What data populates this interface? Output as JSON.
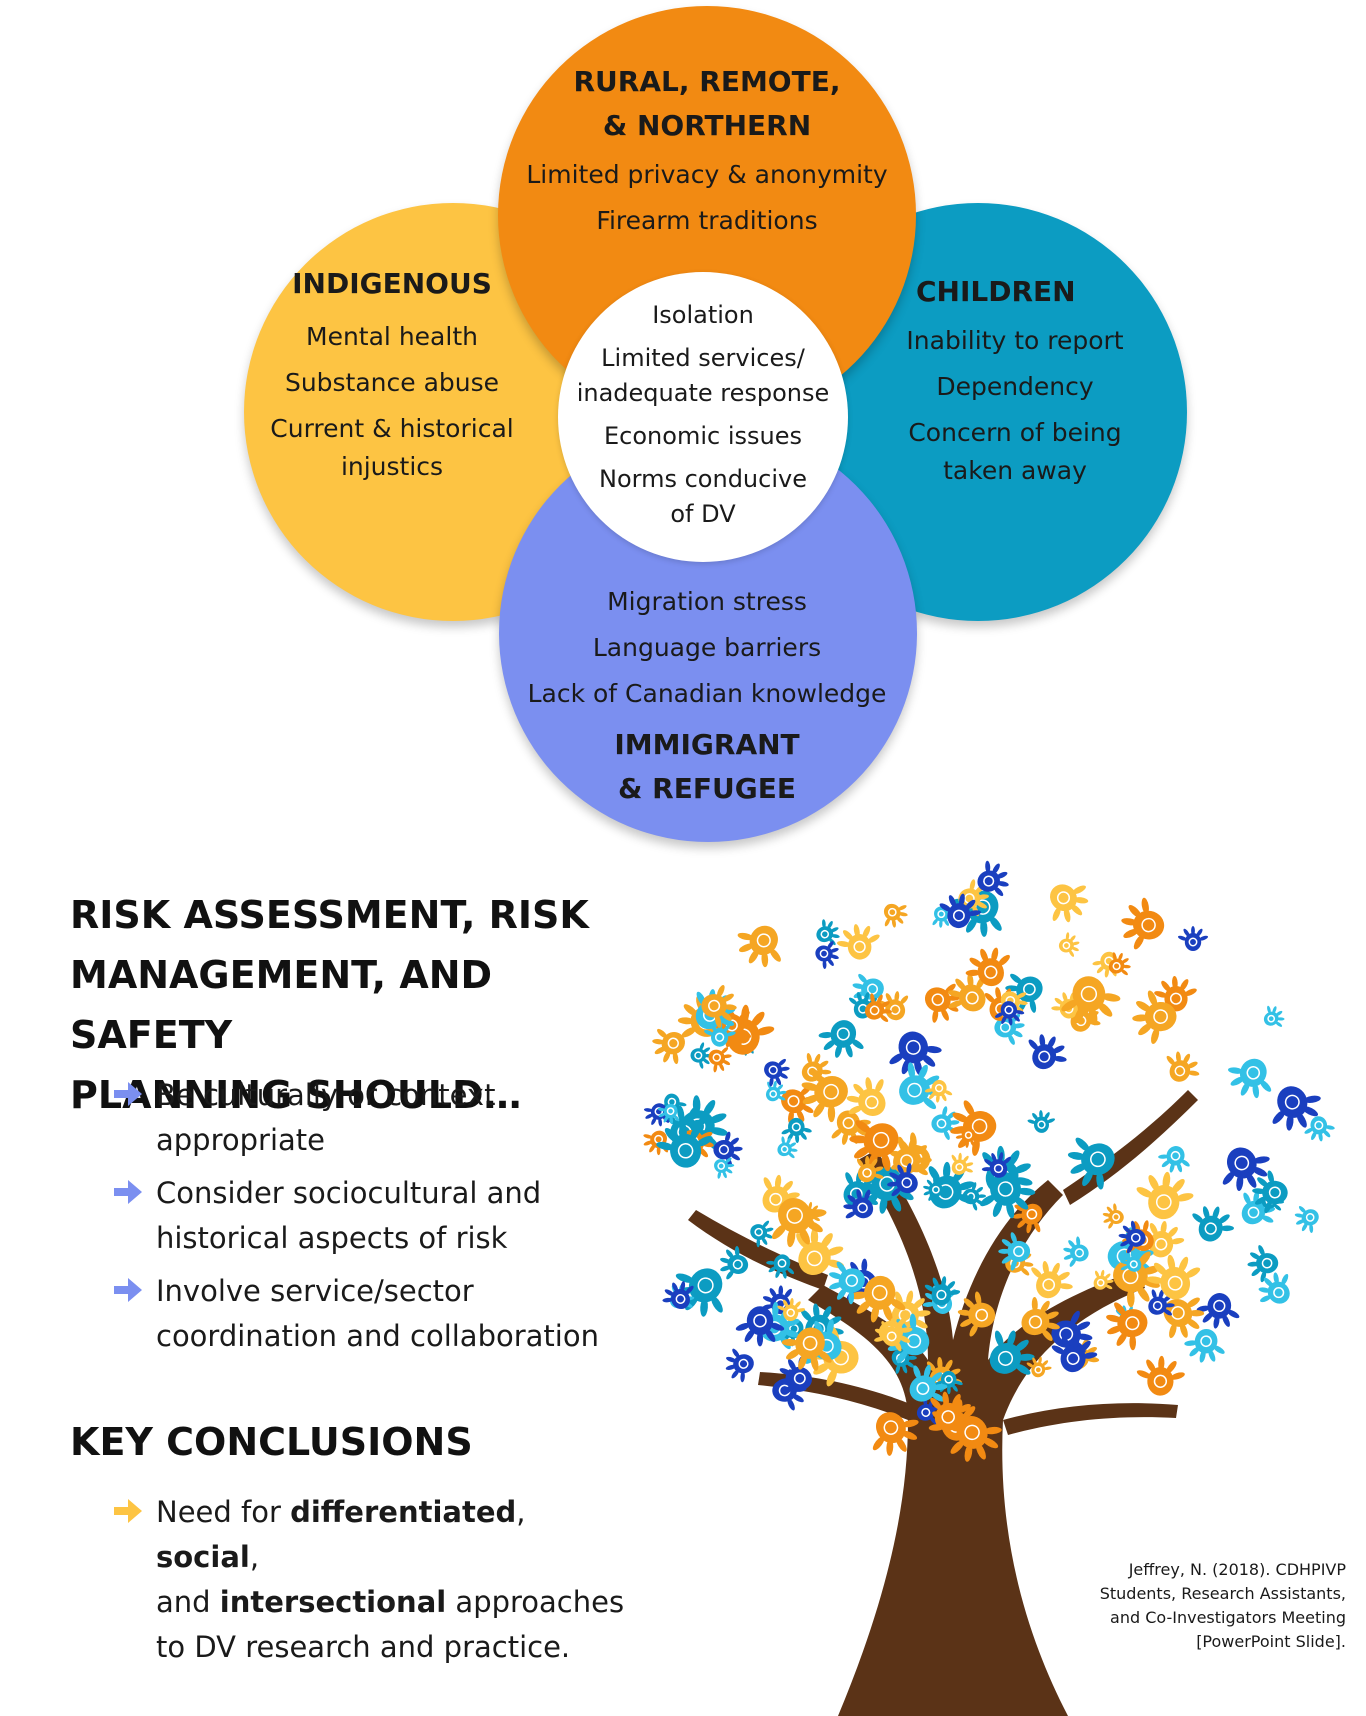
{
  "venn": {
    "rural": {
      "title_l1": "RURAL, REMOTE,",
      "title_l2": "& NORTHERN",
      "items": [
        "Limited privacy & anonymity",
        "Firearm traditions"
      ],
      "color": "#f28a12"
    },
    "indigenous": {
      "title": "INDIGENOUS",
      "items": [
        "Mental health",
        "Substance abuse",
        "Current & historical",
        "injustics"
      ],
      "color": "#fdc443"
    },
    "children": {
      "title": "CHILDREN",
      "items": [
        "Inability to report",
        "Dependency",
        "Concern of being",
        "taken away"
      ],
      "color": "#0c9cc2"
    },
    "immigrant": {
      "title_l1": "IMMIGRANT",
      "title_l2": "& REFUGEE",
      "items": [
        "Migration stress",
        "Language barriers",
        "Lack of Canadian knowledge"
      ],
      "color": "#7b8ff0"
    },
    "center": {
      "items": [
        "Isolation",
        "Limited services/",
        "inadequate response",
        "Economic issues",
        "Norms conducive",
        "of DV"
      ]
    }
  },
  "risk": {
    "heading_lines": [
      "RISK ASSESSMENT, RISK",
      "MANAGEMENT, AND SAFETY",
      "PLANNING SHOULD…"
    ],
    "bullets": [
      {
        "l1": "Be culturally or context",
        "l2": "appropriate"
      },
      {
        "l1": "Consider sociocultural and",
        "l2": "historical aspects of risk"
      },
      {
        "l1": "Involve service/sector",
        "l2": "coordination and collaboration"
      }
    ],
    "arrow_color": "#7b8ff0"
  },
  "key": {
    "heading": "KEY CONCLUSIONS",
    "bullet": {
      "p1": "Need for ",
      "b1": "differentiated",
      "p2": ", ",
      "b2": "social",
      "p3": ",",
      "p4": "and ",
      "b3": "intersectional",
      "p5": " approaches",
      "l3": "to DV research and practice."
    },
    "arrow_color": "#fdc443"
  },
  "citation": {
    "lines": [
      "Jeffrey, N. (2018). CDHPIVP",
      "Students, Research Assistants,",
      "and Co-Investigators Meeting",
      "[PowerPoint Slide]."
    ]
  }
}
